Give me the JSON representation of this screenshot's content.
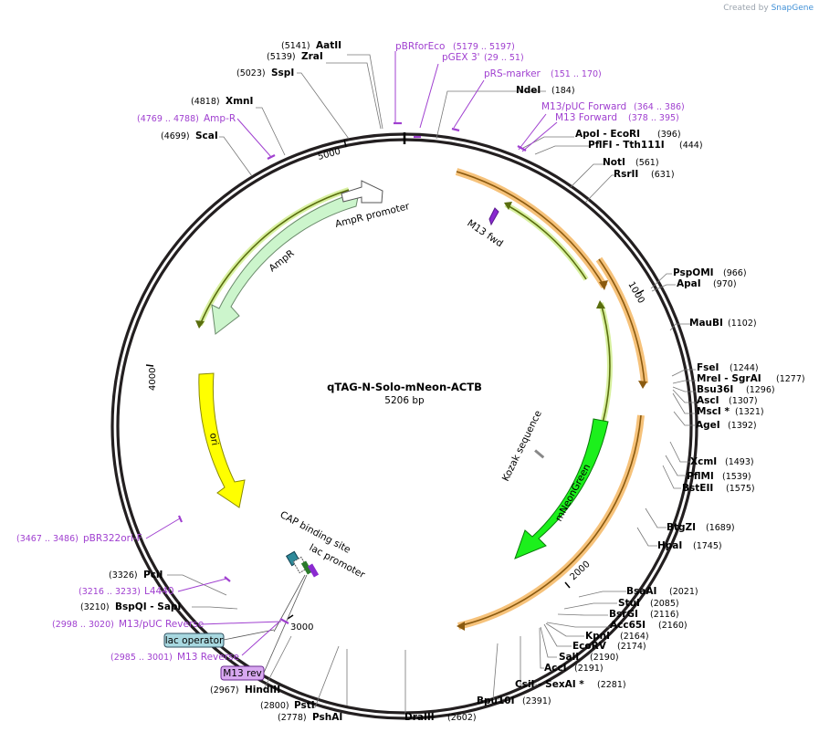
{
  "credit": {
    "prefix": "Created by",
    "brand": "SnapGene"
  },
  "plasmid": {
    "name": "qTAG-N-Solo-mNeon-ACTB",
    "length_label": "5206 bp",
    "length": 5206
  },
  "ticks": [
    "1000",
    "2000",
    "3000",
    "4000",
    "5000"
  ],
  "enzymes": [
    {
      "name": "AatII",
      "pos": "(5141)"
    },
    {
      "name": "ZraI",
      "pos": "(5139)"
    },
    {
      "name": "SspI",
      "pos": "(5023)"
    },
    {
      "name": "XmnI",
      "pos": "(4818)"
    },
    {
      "name": "ScaI",
      "pos": "(4699)"
    },
    {
      "name": "NdeI",
      "pos": "(184)"
    },
    {
      "name": "ApoI - EcoRI",
      "pos": "(396)"
    },
    {
      "name": "PflFI - Tth111I",
      "pos": "(444)"
    },
    {
      "name": "NotI",
      "pos": "(561)"
    },
    {
      "name": "RsrII",
      "pos": "(631)"
    },
    {
      "name": "PspOMI",
      "pos": "(966)"
    },
    {
      "name": "ApaI",
      "pos": "(970)"
    },
    {
      "name": "MauBI",
      "pos": "(1102)"
    },
    {
      "name": "FseI",
      "pos": "(1244)"
    },
    {
      "name": "MreI - SgrAI",
      "pos": "(1277)"
    },
    {
      "name": "Bsu36I",
      "pos": "(1296)"
    },
    {
      "name": "AscI",
      "pos": "(1307)"
    },
    {
      "name": "MscI *",
      "pos": "(1321)"
    },
    {
      "name": "AgeI",
      "pos": "(1392)"
    },
    {
      "name": "XcmI",
      "pos": "(1493)"
    },
    {
      "name": "PflMI",
      "pos": "(1539)"
    },
    {
      "name": "BstEII",
      "pos": "(1575)"
    },
    {
      "name": "BtgZI",
      "pos": "(1689)"
    },
    {
      "name": "HpaI",
      "pos": "(1745)"
    },
    {
      "name": "BsaAI",
      "pos": "(2021)"
    },
    {
      "name": "StuI",
      "pos": "(2085)"
    },
    {
      "name": "BsrGI",
      "pos": "(2116)"
    },
    {
      "name": "Acc65I",
      "pos": "(2160)"
    },
    {
      "name": "KpnI",
      "pos": "(2164)"
    },
    {
      "name": "EcoRV",
      "pos": "(2174)"
    },
    {
      "name": "SalI",
      "pos": "(2190)"
    },
    {
      "name": "AccI",
      "pos": "(2191)"
    },
    {
      "name": "CsiI - SexAI *",
      "pos": "(2281)"
    },
    {
      "name": "Bpu10I",
      "pos": "(2391)"
    },
    {
      "name": "DraIII",
      "pos": "(2602)"
    },
    {
      "name": "PshAI",
      "pos": "(2778)"
    },
    {
      "name": "PstI",
      "pos": "(2800)"
    },
    {
      "name": "HindIII",
      "pos": "(2967)"
    },
    {
      "name": "BspQI - SapI",
      "pos": "(3210)"
    },
    {
      "name": "PciI",
      "pos": "(3326)"
    }
  ],
  "primers": [
    {
      "name": "pBRforEco",
      "range": "(5179 .. 5197)"
    },
    {
      "name": "pGEX 3'",
      "range": "(29 .. 51)"
    },
    {
      "name": "pRS-marker",
      "range": "(151 .. 170)"
    },
    {
      "name": "M13/pUC Forward",
      "range": "(364 .. 386)"
    },
    {
      "name": "M13 Forward",
      "range": "(378 .. 395)"
    },
    {
      "name": "Amp-R",
      "range": "(4769 .. 4788)"
    },
    {
      "name": "pBR322ori-F",
      "range": "(3467 .. 3486)"
    },
    {
      "name": "L4440",
      "range": "(3216 .. 3233)"
    },
    {
      "name": "M13/pUC Reverse",
      "range": "(2998 .. 3020)"
    },
    {
      "name": "M13 Reverse",
      "range": "(2985 .. 3001)"
    }
  ],
  "features": {
    "m13fwd": "M13 fwd",
    "kozak": "Kozak sequence",
    "mneon": "mNeonGreen",
    "ampr": "AmpR",
    "ampr_promoter": "AmpR promoter",
    "ori": "ori",
    "cap": "CAP binding site",
    "lac_promoter": "lac promoter",
    "lac_operator": "lac operator",
    "m13rev": "M13 rev"
  },
  "colors": {
    "backbone": "#231f20",
    "primer": "#a040d0",
    "ampr": "#ccf5cc",
    "ori": "#ffff00",
    "mneon": "#1cf01c",
    "orange_highlight": "#f6c27a",
    "olive": "#6b7a10"
  }
}
